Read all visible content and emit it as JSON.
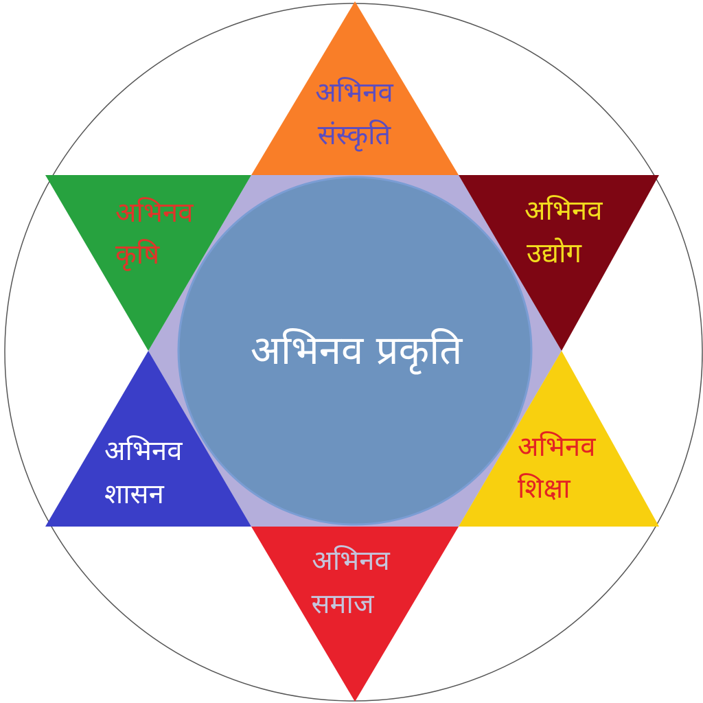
{
  "center": {
    "label": "अभिनव प्रकृति",
    "text_color": "#ffffff",
    "fill": "#6d93bf",
    "stroke": "#7a9dd4"
  },
  "hexagon": {
    "fill": "#b4aedb"
  },
  "outer_circle": {
    "stroke": "#555555"
  },
  "points": [
    {
      "id": "top",
      "line1": "अभिनव",
      "line2": "संस्कृति",
      "fill": "#f97e28",
      "text_color": "#5b4dc0"
    },
    {
      "id": "upper-right",
      "line1": "अभिनव",
      "line2": "उद्योग",
      "fill": "#7e0613",
      "text_color": "#f2dd1e"
    },
    {
      "id": "lower-right",
      "line1": "अभिनव",
      "line2": "शिक्षा",
      "fill": "#f8d00f",
      "text_color": "#e32323"
    },
    {
      "id": "bottom",
      "line1": "अभिनव",
      "line2": "समाज",
      "fill": "#e8212c",
      "text_color": "#c5c5dc"
    },
    {
      "id": "lower-left",
      "line1": "अभिनव",
      "line2": "शासन",
      "fill": "#3a3ec8",
      "text_color": "#ffffff"
    },
    {
      "id": "upper-left",
      "line1": "अभिनव",
      "line2": "कृषि",
      "fill": "#27a23f",
      "text_color": "#e0352a"
    }
  ]
}
